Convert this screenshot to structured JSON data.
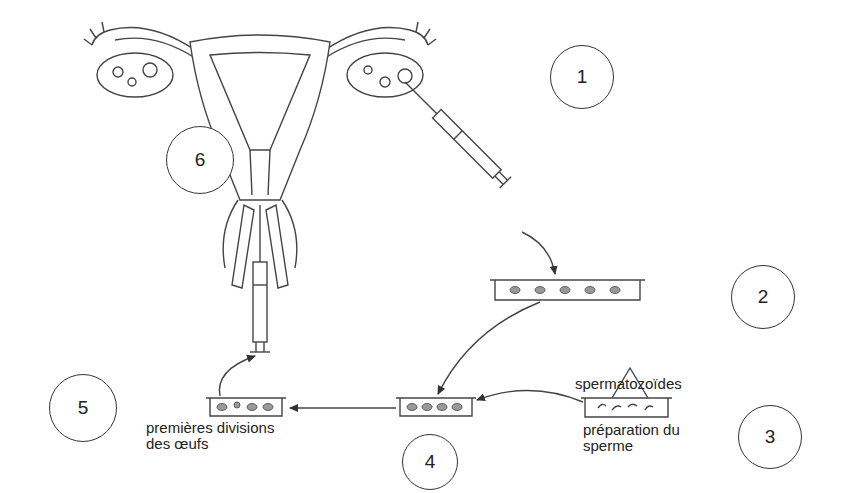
{
  "diagram": {
    "nodes": [
      {
        "text": [
          "1"
        ]
      },
      {
        "text": [
          "6"
        ]
      },
      {
        "text": [
          "2"
        ]
      },
      {
        "text": [
          "3"
        ]
      },
      {
        "text": [
          "5"
        ]
      },
      {
        "text": [
          "4"
        ]
      }
    ],
    "labels": [
      "spermatozoïdes",
      "préparation du sperme",
      "premières divisions des œufs"
    ]
  }
}
